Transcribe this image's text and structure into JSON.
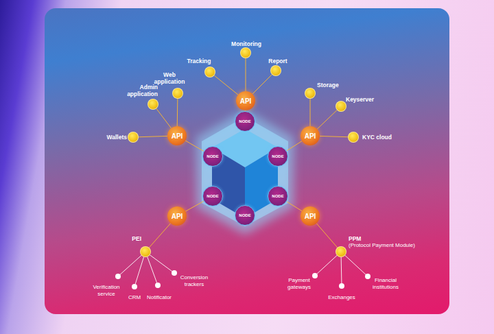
{
  "diagram": {
    "nodes": [
      {
        "text": [
          "Monitoring"
        ]
      },
      {
        "text": [
          "Tracking"
        ]
      },
      {
        "text": [
          "Report"
        ]
      },
      {
        "text": [
          "Web application"
        ]
      },
      {
        "text": [
          "Storage"
        ]
      },
      {
        "text": [
          "Admin application"
        ]
      },
      {
        "text": [
          "Keyserver"
        ]
      },
      {
        "text": [
          "API"
        ]
      },
      {
        "text": [
          "NODE"
        ]
      },
      {
        "text": [
          "Wallets"
        ]
      },
      {
        "text": [
          "API"
        ]
      },
      {
        "text": [
          "NODE"
        ]
      },
      {
        "text": [
          "NODE"
        ]
      },
      {
        "text": [
          "API"
        ]
      },
      {
        "text": [
          "KYC cloud"
        ]
      },
      {
        "text": [
          "NODE"
        ]
      },
      {
        "text": [
          "NODE"
        ]
      },
      {
        "text": [
          "API"
        ]
      },
      {
        "text": [
          "NODE"
        ]
      },
      {
        "text": [
          "API"
        ]
      },
      {
        "text": [
          "PEI"
        ]
      },
      {
        "text": [
          "PPM",
          "(Protocol Payment Module)"
        ]
      },
      {
        "text": [
          "Verification service"
        ]
      },
      {
        "text": [
          "Conversion trackers"
        ]
      },
      {
        "text": [
          "Payment gateways"
        ]
      },
      {
        "text": [
          "Financial institutions"
        ]
      },
      {
        "text": [
          "CRM"
        ]
      },
      {
        "text": [
          "Notificator"
        ]
      },
      {
        "text": [
          "Exchanges"
        ]
      }
    ],
    "edges": [
      {
        "from": 8,
        "to": 7,
        "arrow": "none"
      },
      {
        "from": 11,
        "to": 10,
        "arrow": "none"
      },
      {
        "from": 12,
        "to": 13,
        "arrow": "none"
      },
      {
        "from": 15,
        "to": 17,
        "arrow": "none"
      },
      {
        "from": 16,
        "to": 19,
        "arrow": "none"
      },
      {
        "from": 7,
        "to": 0,
        "arrow": "none"
      },
      {
        "from": 7,
        "to": 1,
        "arrow": "none"
      },
      {
        "from": 7,
        "to": 2,
        "arrow": "none"
      },
      {
        "from": 10,
        "to": 3,
        "arrow": "none"
      },
      {
        "from": 10,
        "to": 5,
        "arrow": "none"
      },
      {
        "from": 10,
        "to": 9,
        "arrow": "none"
      },
      {
        "from": 13,
        "to": 4,
        "arrow": "none"
      },
      {
        "from": 13,
        "to": 6,
        "arrow": "none"
      },
      {
        "from": 13,
        "to": 14,
        "arrow": "none"
      },
      {
        "from": 17,
        "to": 20,
        "arrow": "none"
      },
      {
        "from": 19,
        "to": 21,
        "arrow": "none"
      },
      {
        "from": 20,
        "to": 22,
        "arrow": "none"
      },
      {
        "from": 20,
        "to": 26,
        "arrow": "none"
      },
      {
        "from": 20,
        "to": 27,
        "arrow": "none"
      },
      {
        "from": 20,
        "to": 23,
        "arrow": "none"
      },
      {
        "from": 21,
        "to": 24,
        "arrow": "none"
      },
      {
        "from": 21,
        "to": 28,
        "arrow": "none"
      },
      {
        "from": 21,
        "to": 25,
        "arrow": "none"
      }
    ]
  }
}
